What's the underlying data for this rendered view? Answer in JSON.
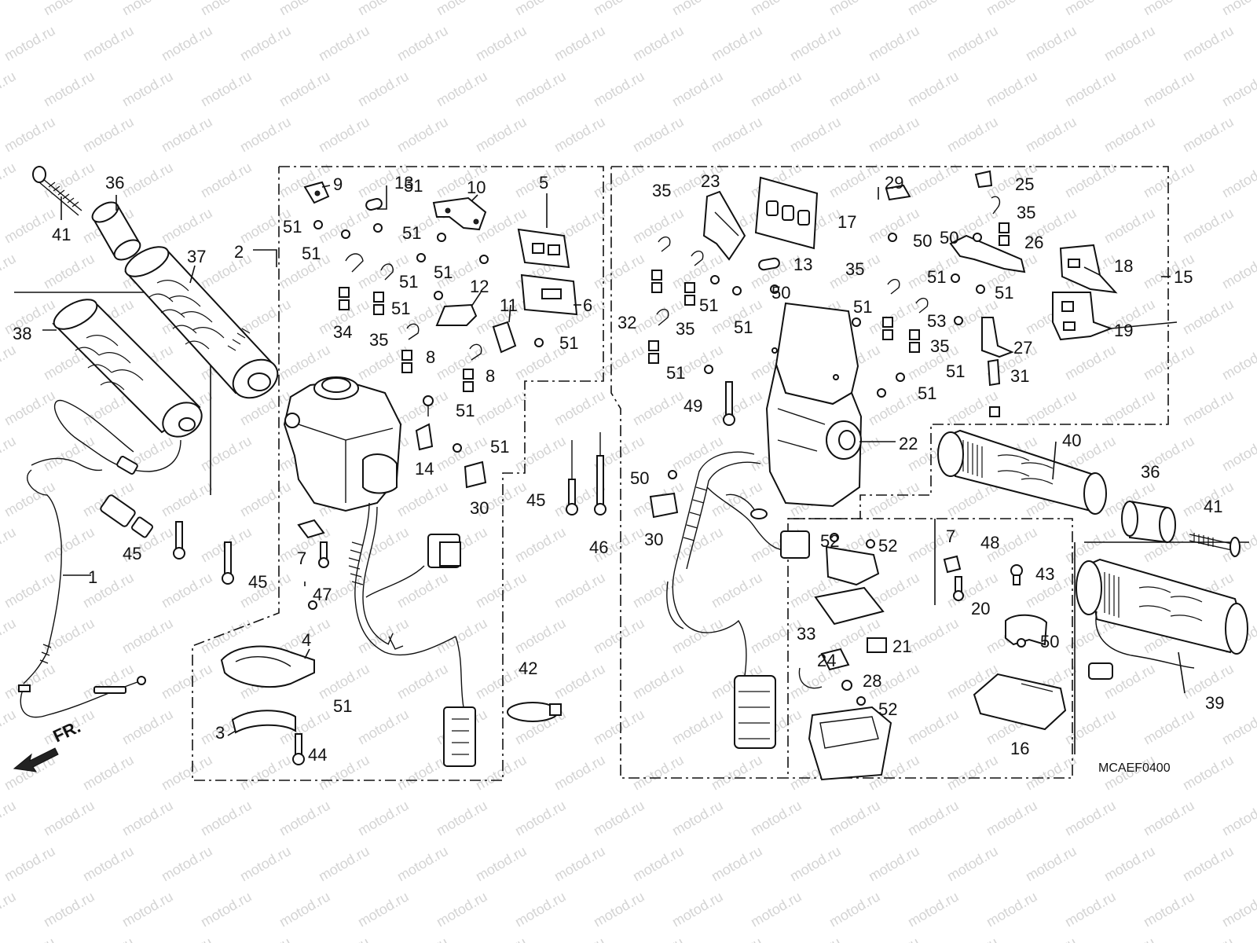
{
  "watermark": "motod.ru",
  "diagram_code": "MCAEF0400",
  "front_arrow": "FR.",
  "labels": [
    {
      "id": "l41a",
      "text": "41"
    },
    {
      "id": "l36a",
      "text": "36"
    },
    {
      "id": "l37",
      "text": "37"
    },
    {
      "id": "l38",
      "text": "38"
    },
    {
      "id": "l2",
      "text": "2"
    },
    {
      "id": "l1",
      "text": "1"
    },
    {
      "id": "l9",
      "text": "9"
    },
    {
      "id": "l13a",
      "text": "13"
    },
    {
      "id": "l10",
      "text": "10"
    },
    {
      "id": "l5",
      "text": "5"
    },
    {
      "id": "l6",
      "text": "6"
    },
    {
      "id": "l12",
      "text": "12"
    },
    {
      "id": "l11",
      "text": "11"
    },
    {
      "id": "l34",
      "text": "34"
    },
    {
      "id": "l35a",
      "text": "35"
    },
    {
      "id": "l8a",
      "text": "8"
    },
    {
      "id": "l8b",
      "text": "8"
    },
    {
      "id": "l14",
      "text": "14"
    },
    {
      "id": "l30a",
      "text": "30"
    },
    {
      "id": "l45a",
      "text": "45"
    },
    {
      "id": "l45b",
      "text": "45"
    },
    {
      "id": "l7a",
      "text": "7"
    },
    {
      "id": "l47",
      "text": "47"
    },
    {
      "id": "l4",
      "text": "4"
    },
    {
      "id": "l3",
      "text": "3"
    },
    {
      "id": "l44",
      "text": "44"
    },
    {
      "id": "l42",
      "text": "42"
    },
    {
      "id": "l45c",
      "text": "45"
    },
    {
      "id": "l46",
      "text": "46"
    },
    {
      "id": "l50a",
      "text": "50"
    },
    {
      "id": "l30b",
      "text": "30"
    },
    {
      "id": "l23",
      "text": "23"
    },
    {
      "id": "l35b",
      "text": "35"
    },
    {
      "id": "l35c",
      "text": "35"
    },
    {
      "id": "l32",
      "text": "32"
    },
    {
      "id": "l49",
      "text": "49"
    },
    {
      "id": "l17",
      "text": "17"
    },
    {
      "id": "l13b",
      "text": "13"
    },
    {
      "id": "l50b",
      "text": "50"
    },
    {
      "id": "l29",
      "text": "29"
    },
    {
      "id": "l50c",
      "text": "50"
    },
    {
      "id": "l25",
      "text": "25"
    },
    {
      "id": "l50d",
      "text": "50"
    },
    {
      "id": "l35d",
      "text": "35"
    },
    {
      "id": "l26",
      "text": "26"
    },
    {
      "id": "l35e",
      "text": "35"
    },
    {
      "id": "l18",
      "text": "18"
    },
    {
      "id": "l15",
      "text": "15"
    },
    {
      "id": "l53",
      "text": "53"
    },
    {
      "id": "l35f",
      "text": "35"
    },
    {
      "id": "l27",
      "text": "27"
    },
    {
      "id": "l19",
      "text": "19"
    },
    {
      "id": "l31",
      "text": "31"
    },
    {
      "id": "l22",
      "text": "22"
    },
    {
      "id": "l40",
      "text": "40"
    },
    {
      "id": "l36b",
      "text": "36"
    },
    {
      "id": "l41b",
      "text": "41"
    },
    {
      "id": "l52a",
      "text": "52"
    },
    {
      "id": "l52b",
      "text": "52"
    },
    {
      "id": "l21",
      "text": "21"
    },
    {
      "id": "l33",
      "text": "33"
    },
    {
      "id": "l24",
      "text": "24"
    },
    {
      "id": "l28",
      "text": "28"
    },
    {
      "id": "l52c",
      "text": "52"
    },
    {
      "id": "l7b",
      "text": "7"
    },
    {
      "id": "l48",
      "text": "48"
    },
    {
      "id": "l43",
      "text": "43"
    },
    {
      "id": "l20",
      "text": "20"
    },
    {
      "id": "l50e",
      "text": "50"
    },
    {
      "id": "l16",
      "text": "16"
    },
    {
      "id": "l39",
      "text": "39"
    },
    {
      "id": "l51a",
      "text": "51"
    },
    {
      "id": "l51b",
      "text": "51"
    },
    {
      "id": "l51c",
      "text": "51"
    },
    {
      "id": "l51d",
      "text": "51"
    },
    {
      "id": "l51e",
      "text": "51"
    },
    {
      "id": "l51f",
      "text": "51"
    },
    {
      "id": "l51g",
      "text": "51"
    },
    {
      "id": "l51h",
      "text": "51"
    },
    {
      "id": "l51i",
      "text": "51"
    },
    {
      "id": "l51j",
      "text": "51"
    },
    {
      "id": "l51k",
      "text": "51"
    },
    {
      "id": "l51l",
      "text": "51"
    },
    {
      "id": "l51m",
      "text": "51"
    },
    {
      "id": "l51n",
      "text": "51"
    },
    {
      "id": "l51o",
      "text": "51"
    },
    {
      "id": "l51p",
      "text": "51"
    },
    {
      "id": "l51q",
      "text": "51"
    },
    {
      "id": "l51r",
      "text": "51"
    },
    {
      "id": "l51s",
      "text": "51"
    }
  ]
}
